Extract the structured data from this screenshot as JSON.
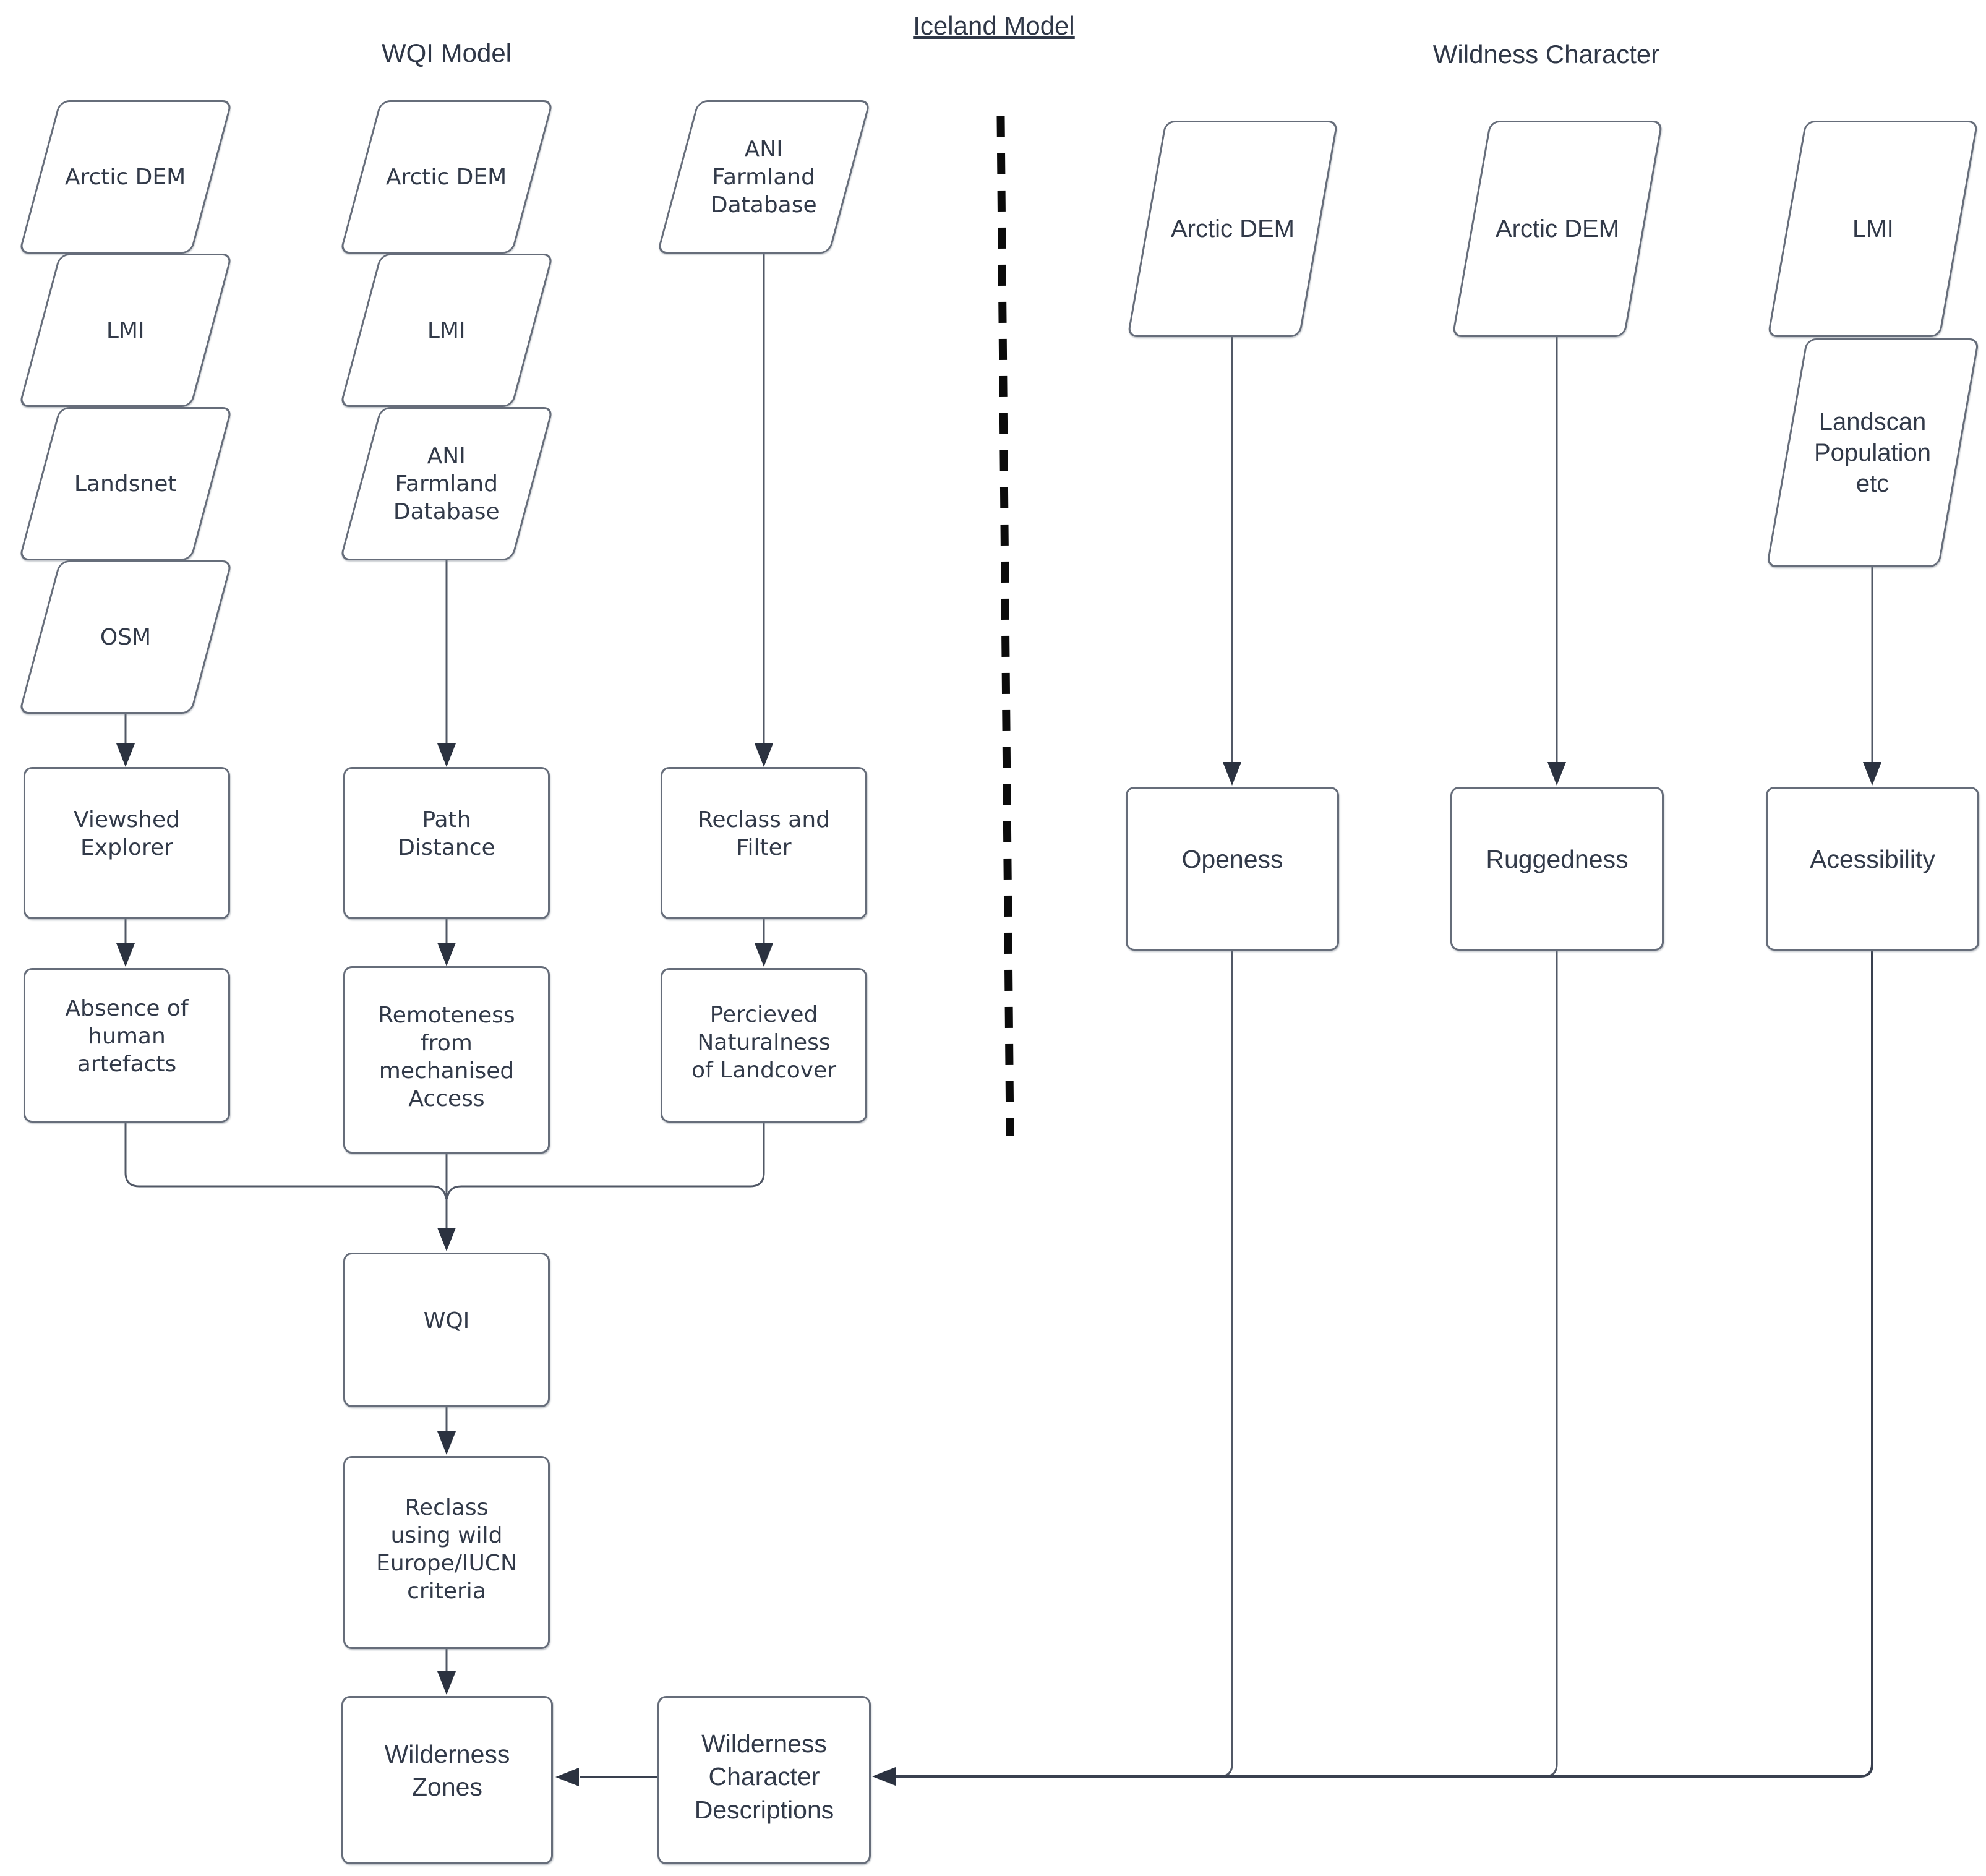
{
  "diagram_type": "flowchart",
  "titles": {
    "main": "Iceland Model",
    "left_section": "WQI Model",
    "right_section": "Wildness Character"
  },
  "wqi_model": {
    "viewshed_branch": {
      "inputs": [
        "Arctic DEM",
        "LMI",
        "Landsnet",
        "OSM"
      ],
      "process": "Viewshed\nExplorer",
      "output": "Absence of\nhuman\nartefacts"
    },
    "remoteness_branch": {
      "inputs": [
        "Arctic DEM",
        "LMI",
        "ANI\nFarmland\nDatabase"
      ],
      "process": "Path\nDistance",
      "output": "Remoteness\nfrom\nmechanised\nAccess"
    },
    "naturalness_branch": {
      "inputs": [
        "ANI\nFarmland\nDatabase"
      ],
      "process": "Reclass and\nFilter",
      "output": "Percieved\nNaturalness\nof Landcover"
    },
    "combine": {
      "index": "WQI",
      "reclass": "Reclass\nusing wild\nEurope/IUCN\ncriteria",
      "result": "Wilderness\nZones"
    }
  },
  "wildness_character": {
    "openness_branch": {
      "inputs": [
        "Arctic DEM"
      ],
      "output": "Openess"
    },
    "ruggedness_branch": {
      "inputs": [
        "Arctic DEM"
      ],
      "output": "Ruggedness"
    },
    "accessibility_branch": {
      "inputs": [
        "LMI",
        "Landscan\nPopulation\netc"
      ],
      "output": "Acessibility"
    },
    "result": "Wilderness\nCharacter\nDescriptions"
  },
  "colors": {
    "background": "#ffffff",
    "text": "#323a49",
    "shape_border": "#666d7a",
    "connector": "#515866",
    "arrowhead": "#2b3240",
    "divider_dash": "#0b0b0b"
  }
}
